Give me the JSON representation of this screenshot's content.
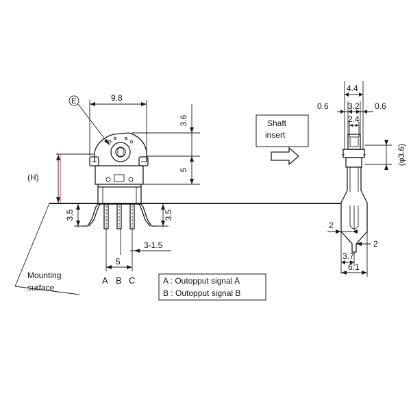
{
  "front_view": {
    "marker_e": "E",
    "dim_width_top": "9.8",
    "dim_upper_right": "3.6",
    "dim_lower_right": "5",
    "dim_height_h": "(H)",
    "dim_left_pin": "3.5",
    "dim_right_pin": "3.5",
    "dim_pin_tolerance": "3-1.5",
    "dim_pin_pitch": "5",
    "pin_a": "A",
    "pin_b": "B",
    "pin_c": "C",
    "mounting_label_line1": "Mounting",
    "mounting_label_line2": "surface"
  },
  "legend": {
    "line_a": "A : Outopput signal A",
    "line_b": "B : Outopput signal B"
  },
  "shaft_insert": {
    "line1": "Shaft",
    "line2": "insert"
  },
  "side_view": {
    "dim_top": "4.4",
    "dim_left": "0.6",
    "dim_center": "3.2",
    "dim_right": "0.6",
    "dim_inner": "2.4",
    "dim_shaft_dia": "(φ3.6)",
    "dim_left_2": "2",
    "dim_right_2": "2",
    "dim_3_7": "3.7",
    "dim_6_1": "6.1"
  }
}
